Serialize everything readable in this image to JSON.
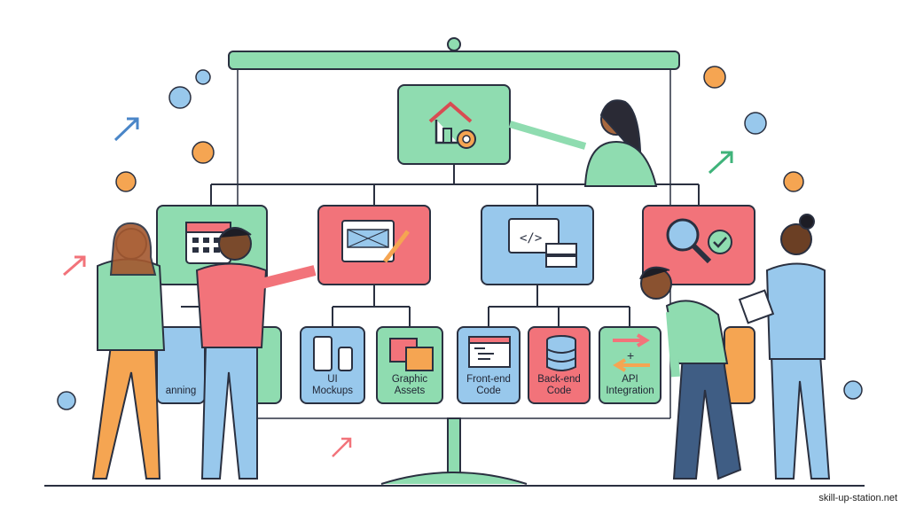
{
  "diagram": {
    "root": {
      "icon": "house-gear-icon"
    },
    "level2": [
      {
        "icon": "calendar-icon",
        "color": "#8fdcb0"
      },
      {
        "icon": "design-brush-icon",
        "color": "#f2737a"
      },
      {
        "icon": "code-server-icon",
        "color": "#98c8ec"
      },
      {
        "icon": "magnifier-check-icon",
        "color": "#f2737a"
      }
    ],
    "level3": [
      {
        "label": "anning",
        "color": "#98c8ec"
      },
      {
        "label": "",
        "color": "#8fdcb0"
      },
      {
        "label": "UI\nMockups",
        "line1": "UI",
        "line2": "Mockups",
        "color": "#98c8ec"
      },
      {
        "line1": "Graphic",
        "line2": "Assets",
        "color": "#8fdcb0"
      },
      {
        "line1": "Front-end",
        "line2": "Code",
        "color": "#98c8ec"
      },
      {
        "line1": "Back-end",
        "line2": "Code",
        "color": "#f2737a"
      },
      {
        "line1": "API",
        "line2": "Integration",
        "color": "#8fdcb0"
      },
      {
        "label": "",
        "color": "#f5a552"
      }
    ]
  },
  "watermark": "skill-up-station.net"
}
